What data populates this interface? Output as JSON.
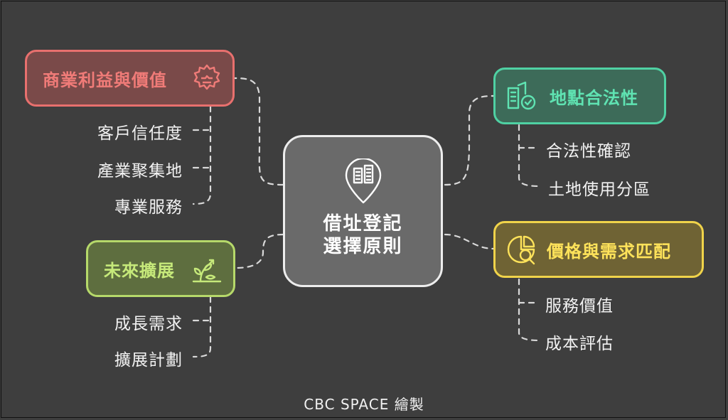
{
  "center": {
    "title": "借址登記\n選擇原則",
    "icon": "map-pin-building-icon"
  },
  "branches": {
    "business_value": {
      "label": "商業利益與價值",
      "icon": "puzzle-gear-icon",
      "color": "#e8706e",
      "fill": "#7a4a49",
      "children": [
        "客戶信任度",
        "產業聚集地",
        "專業服務"
      ]
    },
    "legality": {
      "label": "地點合法性",
      "icon": "building-check-icon",
      "color": "#4fd1a3",
      "fill": "#3d6b59",
      "children": [
        "合法性確認",
        "土地使用分區"
      ]
    },
    "expansion": {
      "label": "未來擴展",
      "icon": "growing-plant-icon",
      "color": "#b6d96a",
      "fill": "#5e6e3f",
      "children": [
        "成長需求",
        "擴展計劃"
      ]
    },
    "price_demand": {
      "label": "價格與需求匹配",
      "icon": "chart-magnifier-icon",
      "color": "#f0d34a",
      "fill": "#6f6334",
      "children": [
        "服務價值",
        "成本評估"
      ]
    }
  },
  "credit": "CBC SPACE 繪製"
}
